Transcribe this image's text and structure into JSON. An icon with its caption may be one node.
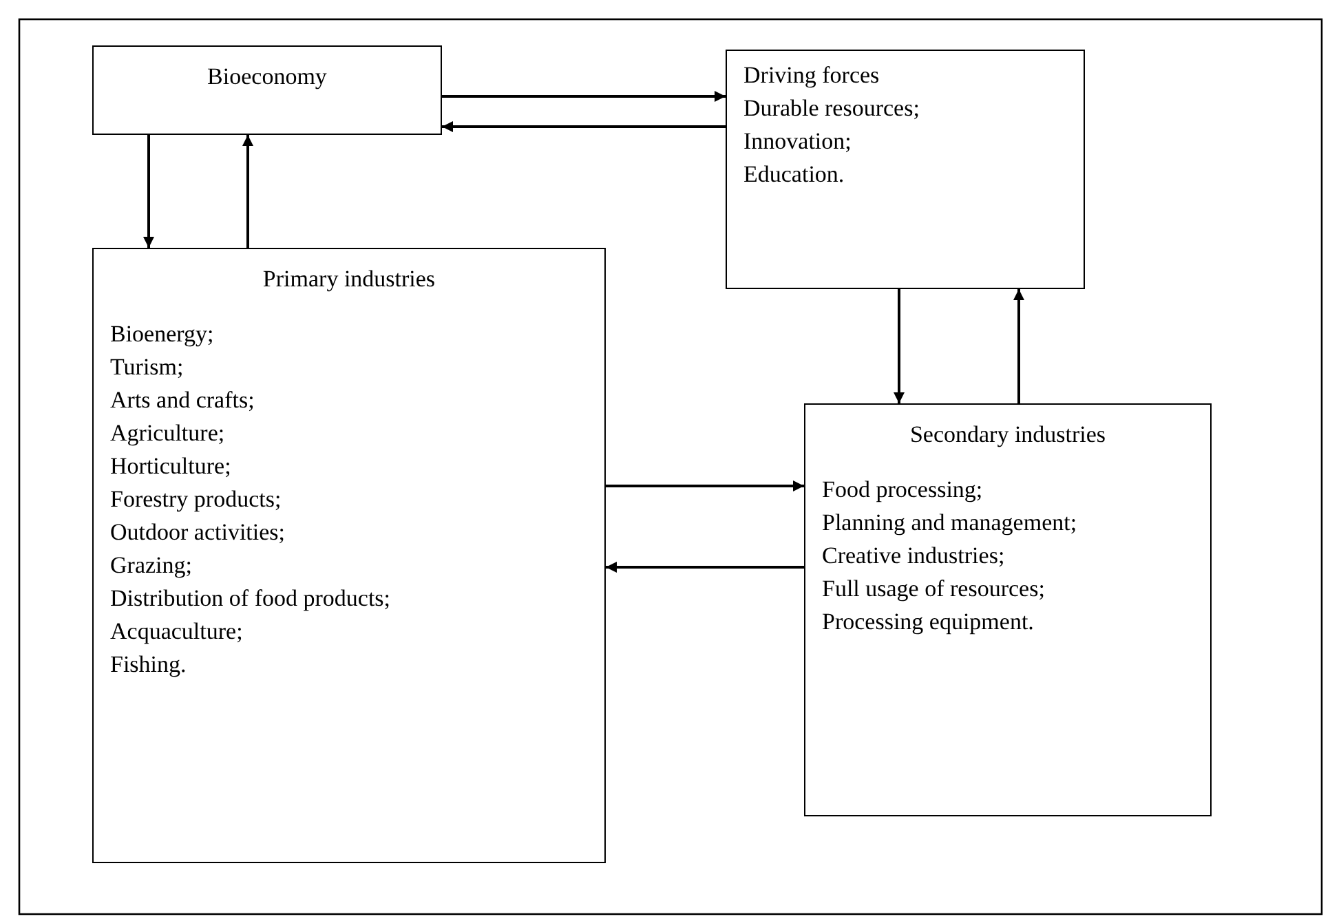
{
  "diagram": {
    "nodes": [
      {
        "text": [
          "Bioeconomy"
        ]
      },
      {
        "text": [
          "Driving forces",
          "Durable resources;",
          "Innovation;",
          "Education."
        ]
      },
      {
        "text": [
          "Primary industries",
          "Bioenergy;",
          "Turism;",
          "Arts and crafts;",
          "Agriculture;",
          "Horticulture;",
          "Forestry products;",
          "Outdoor activities;",
          "Grazing;",
          "Distribution of food products;",
          "Acquaculture;",
          "Fishing."
        ]
      },
      {
        "text": [
          "Secondary industries",
          "Food processing;",
          "Planning and management;",
          "Creative industries;",
          "Full usage of resources;",
          "Processing equipment."
        ]
      }
    ],
    "edges": [
      {
        "from": 0,
        "to": 1,
        "arrow": "to"
      },
      {
        "from": 1,
        "to": 0,
        "arrow": "to"
      },
      {
        "from": 0,
        "to": 2,
        "arrow": "to"
      },
      {
        "from": 2,
        "to": 0,
        "arrow": "to"
      },
      {
        "from": 1,
        "to": 3,
        "arrow": "to"
      },
      {
        "from": 3,
        "to": 1,
        "arrow": "to"
      },
      {
        "from": 2,
        "to": 3,
        "arrow": "to"
      },
      {
        "from": 3,
        "to": 2,
        "arrow": "to"
      }
    ]
  }
}
